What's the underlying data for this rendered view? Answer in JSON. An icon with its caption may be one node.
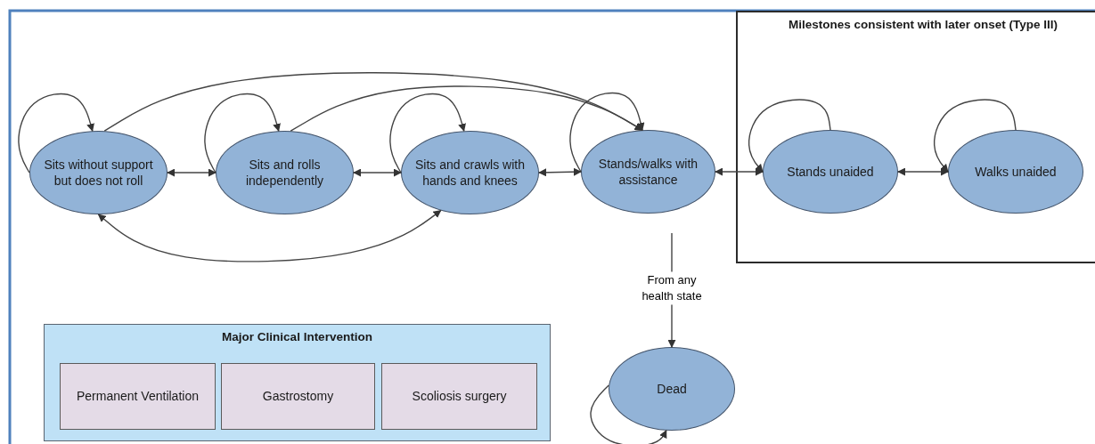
{
  "diagram": {
    "nodes": [
      {
        "text": [
          "Sits without support but does not roll"
        ]
      },
      {
        "text": [
          "Sits and rolls independently"
        ]
      },
      {
        "text": [
          "Sits and crawls with hands and knees"
        ]
      },
      {
        "text": [
          "Stands/walks with assistance"
        ]
      },
      {
        "text": [
          "Milestones consistent with later onset (Type III)"
        ]
      },
      {
        "text": [
          "Stands unaided"
        ],
        "in": 4
      },
      {
        "text": [
          "Walks unaided"
        ],
        "in": 4
      },
      {
        "text": [
          "Dead"
        ]
      },
      {
        "text": [
          "Major Clinical Intervention"
        ]
      },
      {
        "text": [
          "Permanent Ventilation"
        ],
        "in": 8
      },
      {
        "text": [
          "Gastrostomy"
        ],
        "in": 8
      },
      {
        "text": [
          "Scoliosis surgery"
        ],
        "in": 8
      }
    ],
    "edges": [
      {
        "from": 0,
        "to": 0,
        "arrow": "to"
      },
      {
        "from": 1,
        "to": 1,
        "arrow": "to"
      },
      {
        "from": 2,
        "to": 2,
        "arrow": "to"
      },
      {
        "from": 3,
        "to": 3,
        "arrow": "to"
      },
      {
        "from": 0,
        "to": 1,
        "arrow": "both"
      },
      {
        "from": 1,
        "to": 2,
        "arrow": "both"
      },
      {
        "from": 2,
        "to": 3,
        "arrow": "both"
      },
      {
        "from": 3,
        "to": 5,
        "arrow": "both"
      },
      {
        "from": 5,
        "to": 6,
        "arrow": "both"
      },
      {
        "from": 5,
        "to": 5,
        "arrow": "to"
      },
      {
        "from": 6,
        "to": 6,
        "arrow": "to"
      },
      {
        "from": 0,
        "to": 3,
        "arrow": "to"
      },
      {
        "from": 1,
        "to": 3,
        "arrow": "to"
      },
      {
        "from": 0,
        "to": 2,
        "arrow": "both"
      },
      {
        "from": null,
        "to": 7,
        "arrow": "to",
        "label": "From any health state"
      },
      {
        "from": 7,
        "to": 7,
        "arrow": "to"
      }
    ]
  }
}
